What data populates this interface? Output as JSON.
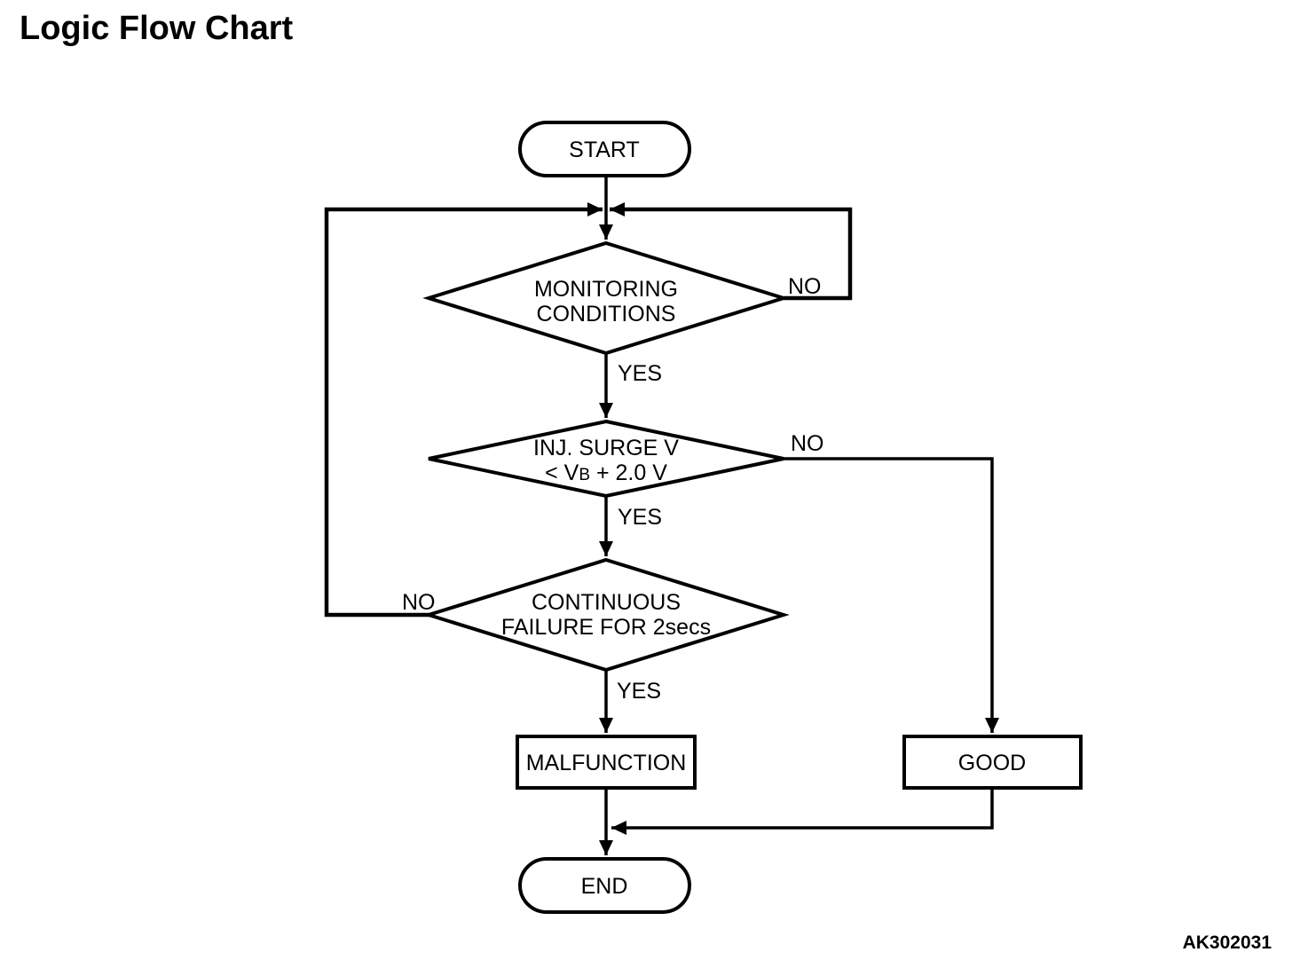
{
  "page": {
    "title": "Logic Flow Chart",
    "figure_code": "AK302031"
  },
  "colors": {
    "line": "#000000",
    "background": "#ffffff"
  },
  "flowchart": {
    "nodes": {
      "start": {
        "type": "terminator",
        "label": "START"
      },
      "monitoring": {
        "type": "decision",
        "line1": "MONITORING",
        "line2": "CONDITIONS"
      },
      "inj_surge": {
        "type": "decision",
        "line1": "INJ. SURGE V",
        "line2_prefix": "< V",
        "line2_subscript": "B",
        "line2_suffix": " + 2.0 V"
      },
      "continuous_failure": {
        "type": "decision",
        "line1": "CONTINUOUS",
        "line2": "FAILURE FOR 2secs"
      },
      "malfunction": {
        "type": "process",
        "label": "MALFUNCTION"
      },
      "good": {
        "type": "process",
        "label": "GOOD"
      },
      "end": {
        "type": "terminator",
        "label": "END"
      }
    },
    "branch_labels": {
      "monitoring_no": "NO",
      "monitoring_yes": "YES",
      "inj_surge_no": "NO",
      "inj_surge_yes": "YES",
      "continuous_failure_no": "NO",
      "continuous_failure_yes": "YES"
    },
    "connections": [
      {
        "from": "start",
        "to": "monitoring",
        "branch": ""
      },
      {
        "from": "monitoring",
        "to": "loop_junction",
        "branch": "NO"
      },
      {
        "from": "monitoring",
        "to": "inj_surge",
        "branch": "YES"
      },
      {
        "from": "inj_surge",
        "to": "good",
        "branch": "NO"
      },
      {
        "from": "inj_surge",
        "to": "continuous_failure",
        "branch": "YES"
      },
      {
        "from": "continuous_failure",
        "to": "loop_junction",
        "branch": "NO"
      },
      {
        "from": "continuous_failure",
        "to": "malfunction",
        "branch": "YES"
      },
      {
        "from": "malfunction",
        "to": "end",
        "branch": ""
      },
      {
        "from": "good",
        "to": "end",
        "branch": ""
      }
    ]
  }
}
